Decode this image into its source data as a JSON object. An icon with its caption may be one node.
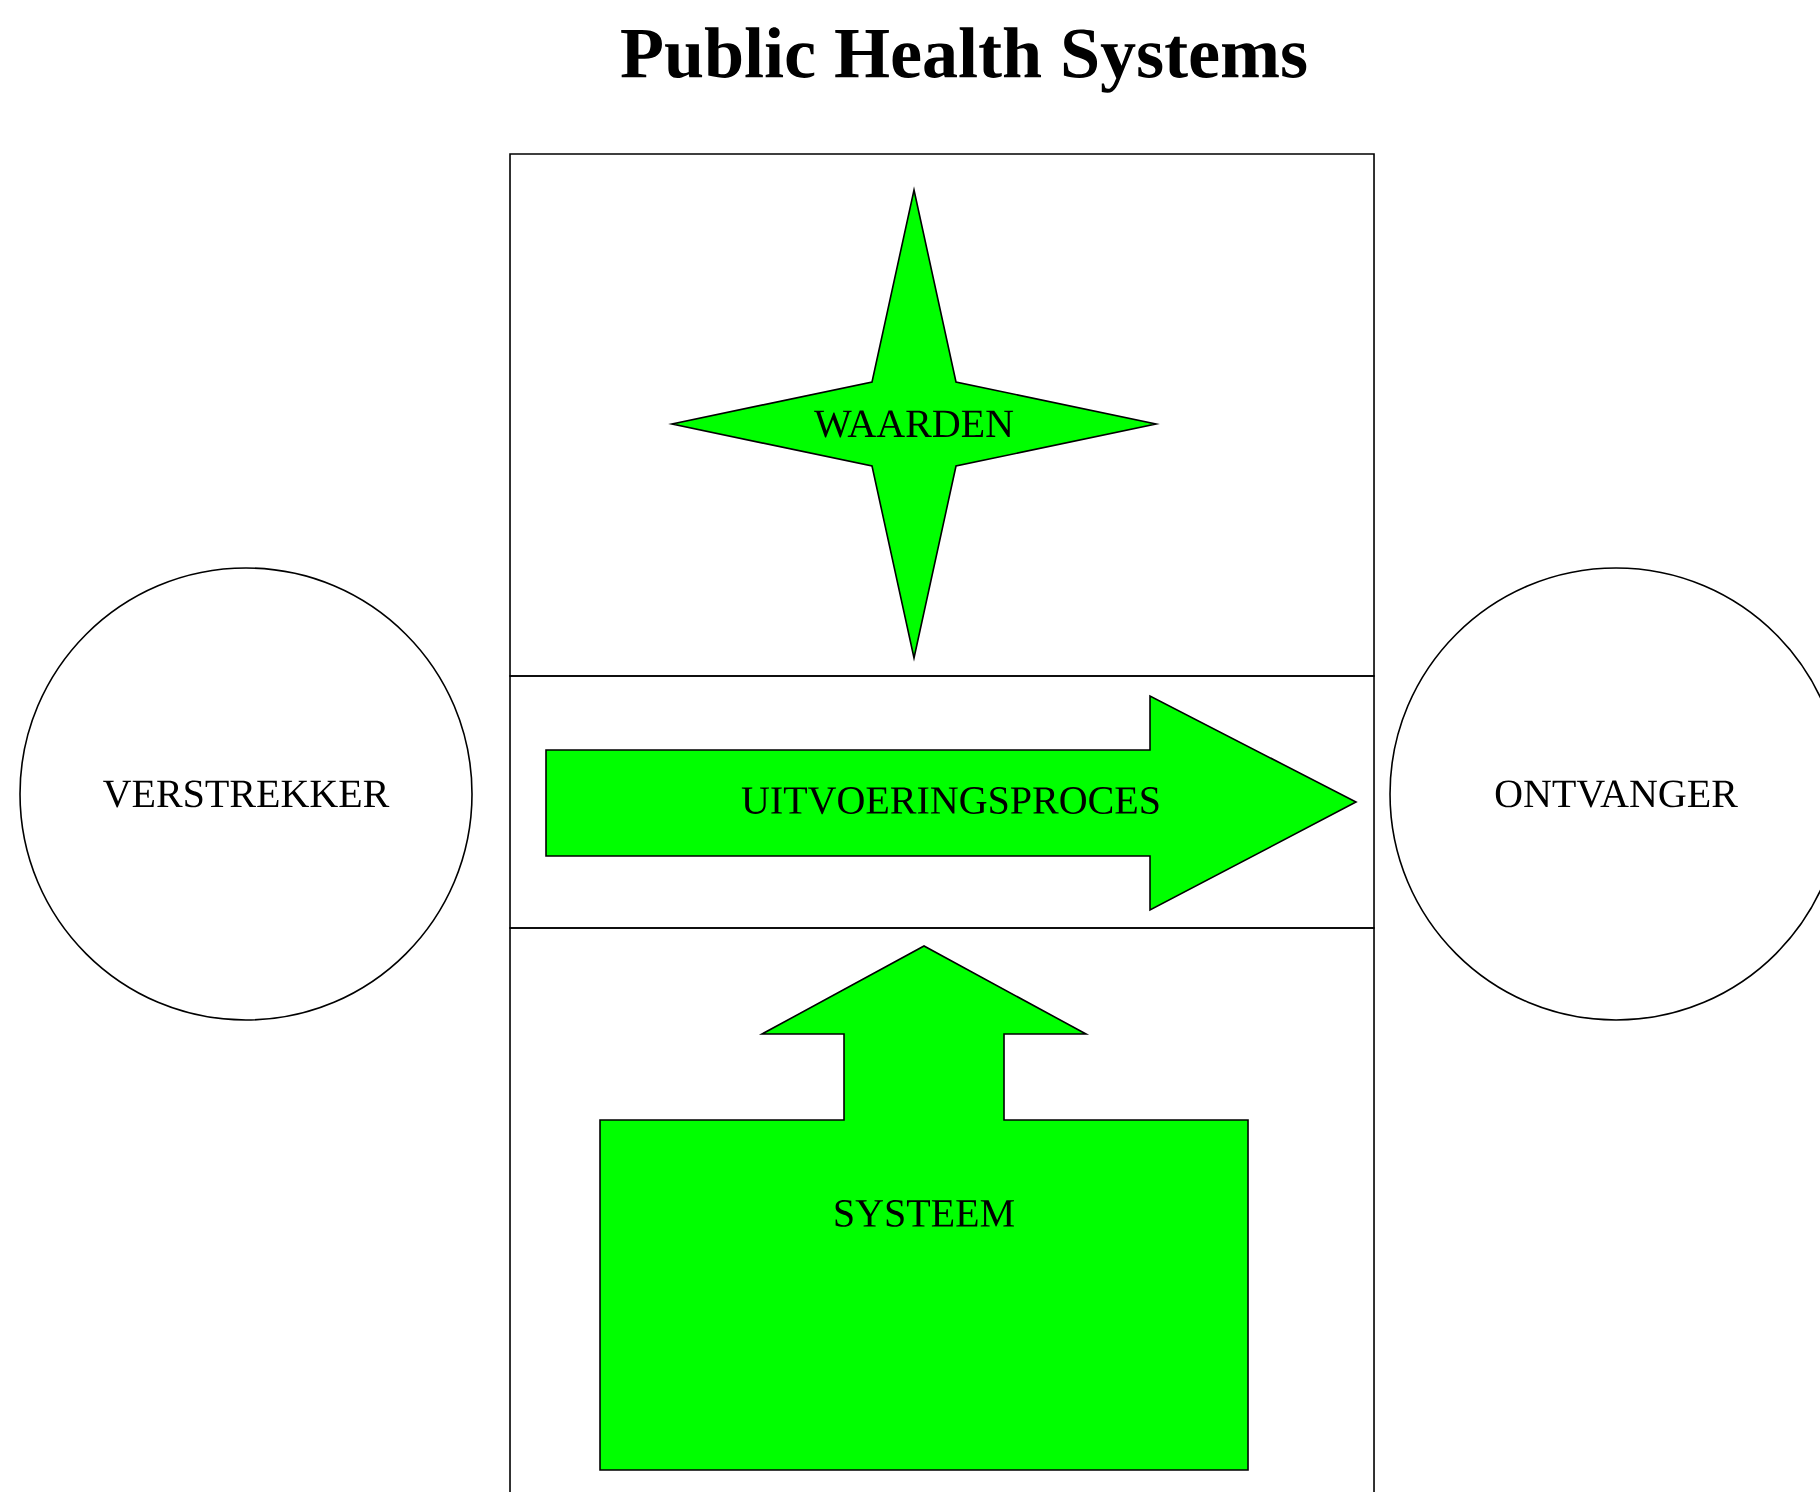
{
  "diagram": {
    "title": "Public Health Systems",
    "nodes": [
      {
        "text": [],
        "shape": "box"
      },
      {
        "text": [
          "WAARDEN"
        ],
        "in": 0
      },
      {
        "text": [],
        "shape": "box"
      },
      {
        "text": [
          "UITVOERINGSPROCES"
        ],
        "in": 2
      },
      {
        "text": [],
        "shape": "box"
      },
      {
        "text": [
          "SYSTEEM"
        ],
        "in": 4
      },
      {
        "text": [
          "VERSTREKKER"
        ]
      },
      {
        "text": [
          "ONTVANGER"
        ]
      }
    ]
  }
}
